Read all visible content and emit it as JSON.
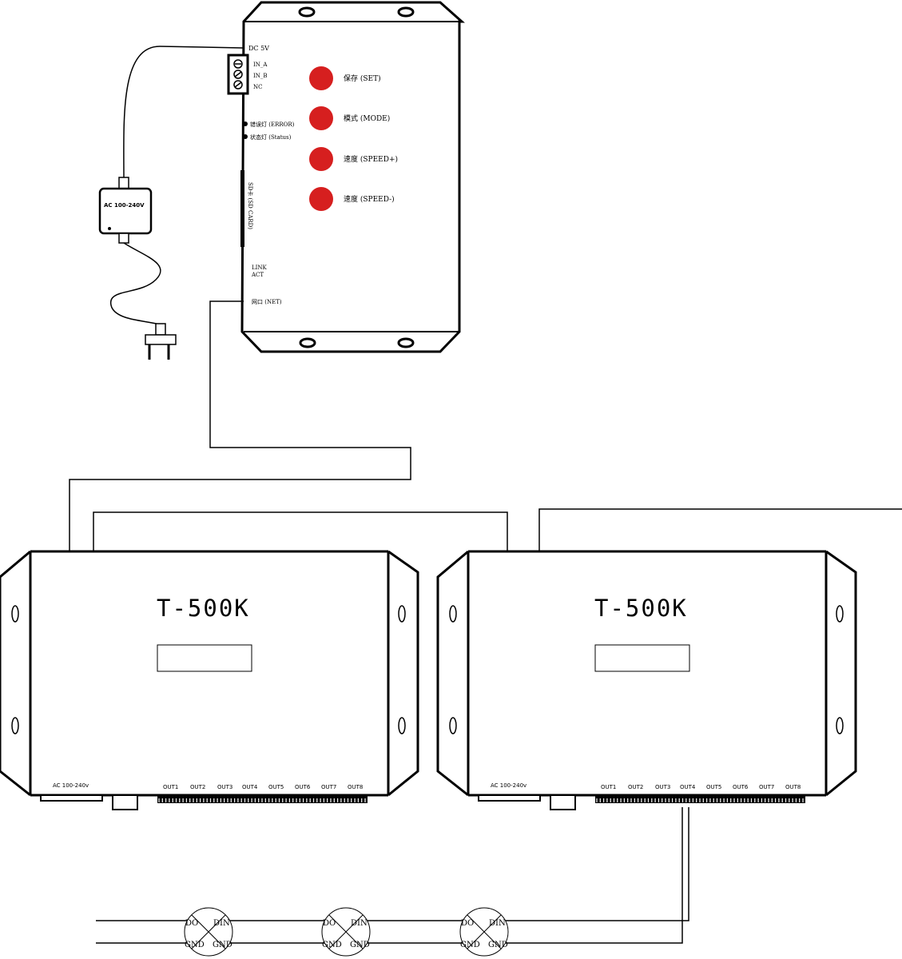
{
  "controller": {
    "dc_label": "DC 5V",
    "terminals": [
      "IN_A",
      "IN_B",
      "NC"
    ],
    "indicators": [
      "错误灯 (ERROR)",
      "状态灯 (Status)"
    ],
    "sd_label": "SD卡 (SD CARD)",
    "link_label": "LINK",
    "act_label": "ACT",
    "net_label": "网口 (NET)",
    "buttons": [
      "保存 (SET)",
      "模式 (MODE)",
      "速度 (SPEED+)",
      "速度 (SPEED-)"
    ],
    "button_color": "#d61f1f"
  },
  "adapter": {
    "label": "AC 100-240V"
  },
  "units": [
    {
      "model": "T-500K",
      "ac_label": "AC 100-240v",
      "outputs": [
        "OUT1",
        "OUT2",
        "OUT3",
        "OUT4",
        "OUT5",
        "OUT6",
        "OUT7",
        "OUT8"
      ]
    },
    {
      "model": "T-500K",
      "ac_label": "AC 100-240v",
      "outputs": [
        "OUT1",
        "OUT2",
        "OUT3",
        "OUT4",
        "OUT5",
        "OUT6",
        "OUT7",
        "OUT8"
      ]
    }
  ],
  "led_nodes": [
    {
      "do": "DO",
      "din": "DIN",
      "gnd_left": "GND",
      "gnd_right": "GND"
    },
    {
      "do": "DO",
      "din": "DIN",
      "gnd_left": "GND",
      "gnd_right": "GND"
    },
    {
      "do": "DO",
      "din": "DIN",
      "gnd_left": "GND",
      "gnd_right": "GND"
    }
  ]
}
